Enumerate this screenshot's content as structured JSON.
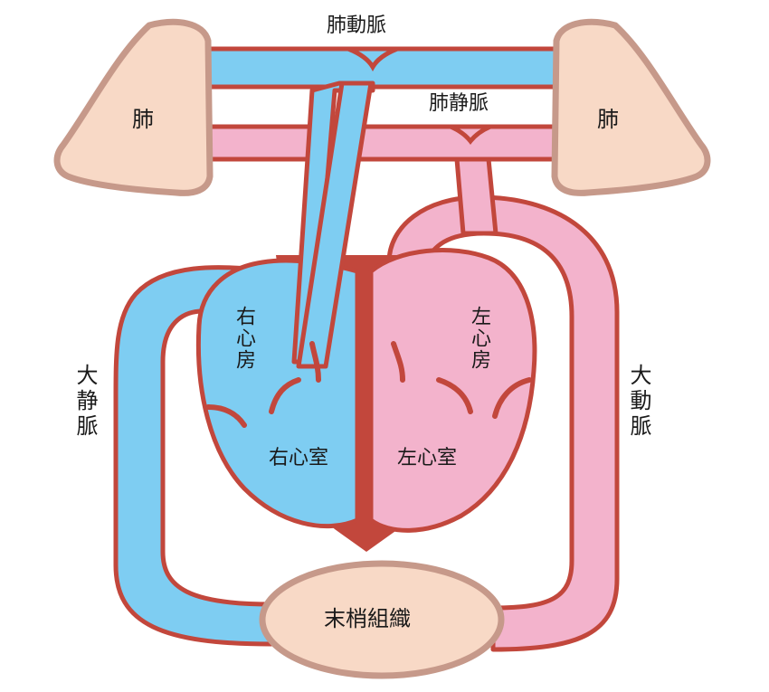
{
  "colors": {
    "outline": "#c2473c",
    "venous_blue": "#7ecdf2",
    "arterial_pink": "#f3b3cc",
    "organ_fill": "#f8d9c6",
    "organ_border": "#c6998a",
    "muscle": "#c2473c"
  },
  "labels": {
    "lung_left": "肺",
    "lung_right": "肺",
    "pulmonary_artery": "肺動脈",
    "pulmonary_vein": "肺静脈",
    "right_atrium": "右心房",
    "left_atrium": "左心房",
    "right_ventricle": "右心室",
    "left_ventricle": "左心室",
    "vena_cava": "大静脈",
    "aorta": "大動脈",
    "peripheral_tissue": "末梢組織"
  }
}
